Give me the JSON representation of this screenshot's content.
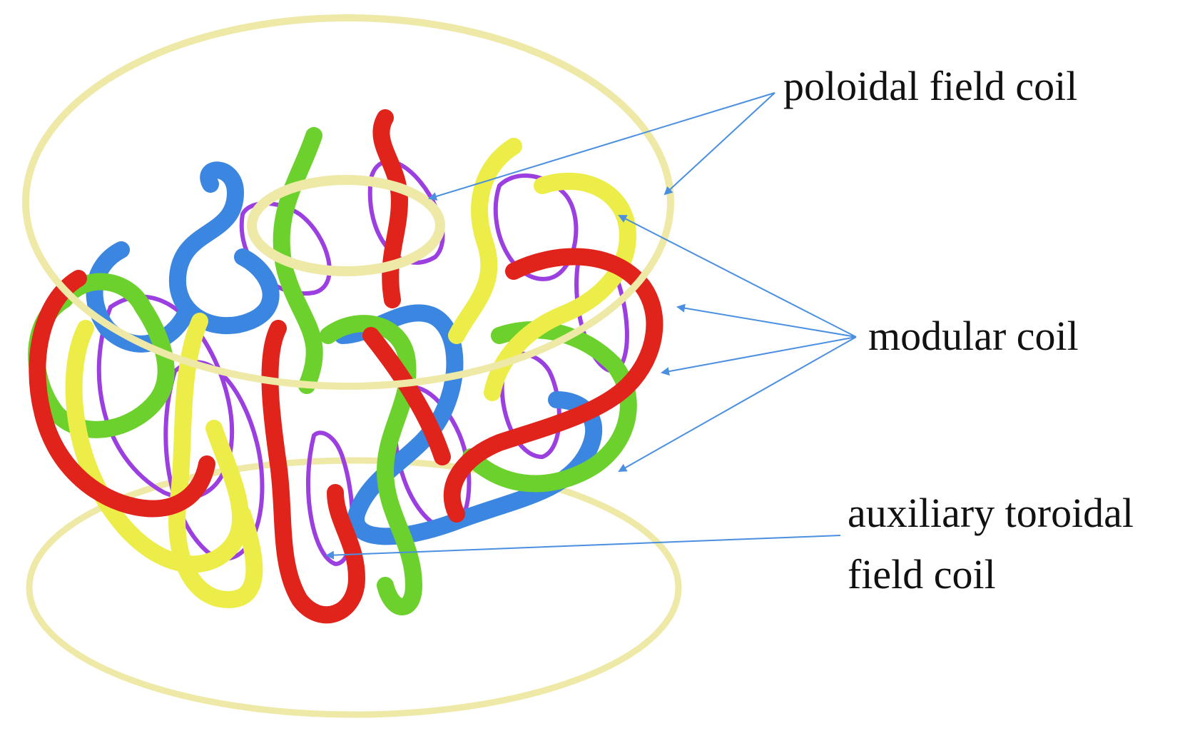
{
  "labels": {
    "poloidal": "poloidal field coil",
    "modular": "modular coil",
    "auxiliary_line1": "auxiliary toroidal",
    "auxiliary_line2": "field coil"
  },
  "colors": {
    "poloidal_coil": "#efe9a8",
    "red_coil": "#e0241c",
    "yellow_coil": "#eded4a",
    "green_coil": "#6cd12c",
    "blue_coil": "#3a86e0",
    "auxiliary_coil": "#9b3fe0",
    "arrow": "#4a8fe0"
  }
}
